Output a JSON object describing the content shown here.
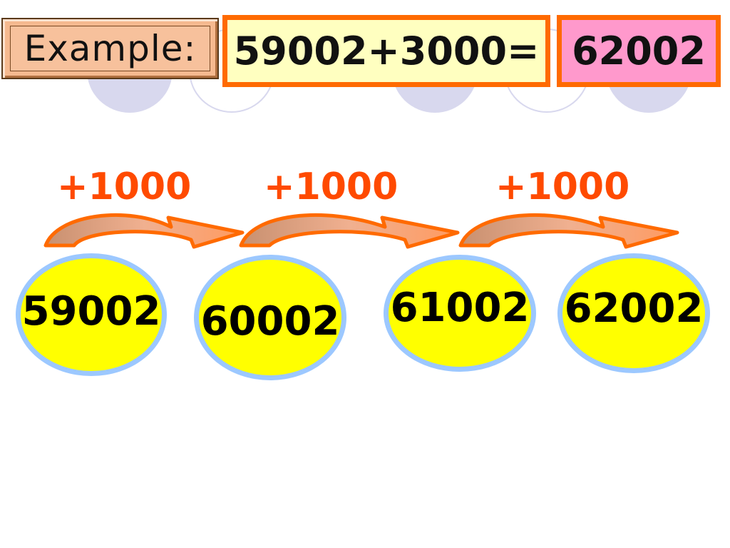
{
  "example_label": "Example:",
  "equation": "59002+3000=",
  "answer": "62002",
  "steps": [
    "+1000",
    "+1000",
    "+1000"
  ],
  "numbers": [
    "59002",
    "60002",
    "61002",
    "62002"
  ],
  "colors": {
    "accent_orange": "#ff6a00",
    "step_text": "#ff4a00",
    "oval_fill": "#ffff00",
    "oval_border": "#9cc8ff",
    "equation_fill": "#ffffc0",
    "answer_fill": "#ff99cc",
    "example_fill": "#f5b98f",
    "decor": "#d8d8ee"
  }
}
